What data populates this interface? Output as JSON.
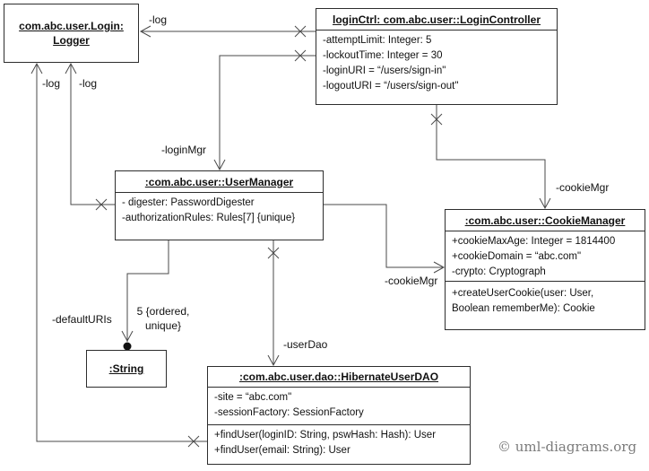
{
  "classes": {
    "logger": {
      "title_line1": "com.abc.user.Login:",
      "title_line2": "Logger"
    },
    "login_controller": {
      "title": "loginCtrl: com.abc.user::LoginController",
      "attributes": [
        "-attemptLimit: Integer: 5",
        "-lockoutTime: Integer = 30",
        "-loginURI = “/users/sign-in\"",
        "-logoutURI = “/users/sign-out\""
      ]
    },
    "user_manager": {
      "title": ":com.abc.user::UserManager",
      "attributes": [
        "- digester: PasswordDigester",
        "-authorizationRules: Rules[7] {unique}"
      ]
    },
    "cookie_manager": {
      "title": ":com.abc.user::CookieManager",
      "attributes": [
        "+cookieMaxAge: Integer = 1814400",
        "+cookieDomain = “abc.com\"",
        "-crypto: Cryptograph"
      ],
      "operations": [
        "+createUserCookie(user: User,",
        "Boolean rememberMe): Cookie"
      ]
    },
    "string": {
      "title": ":String"
    },
    "hibernate_user_dao": {
      "title": ":com.abc.user.dao::HibernateUserDAO",
      "attributes": [
        "-site = “abc.com\"",
        "-sessionFactory: SessionFactory"
      ],
      "operations": [
        "+findUser(loginID: String, pswHash: Hash): User",
        "+findUser(email: String): User"
      ]
    }
  },
  "edge_labels": {
    "log_top": "-log",
    "log_left_outer": "-log",
    "log_left_inner": "-log",
    "login_mgr": "-loginMgr",
    "cookie_mgr_right": "-cookieMgr",
    "cookie_mgr_mid": "-cookieMgr",
    "user_dao": "-userDao",
    "default_uris": "-defaultURIs",
    "multiplicity_line1": "5 {ordered,",
    "multiplicity_line2": "unique}"
  },
  "footer": {
    "copyright": "© uml-diagrams.org"
  },
  "colors": {
    "line": "#4a4a4a",
    "border": "#2d2d2d",
    "background": "#ffffff",
    "text": "#111111",
    "copyright": "#7b7b7b"
  }
}
